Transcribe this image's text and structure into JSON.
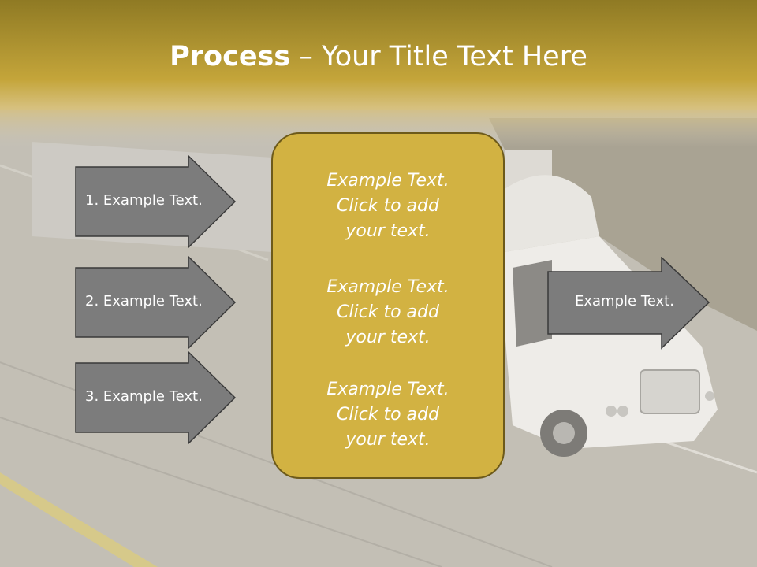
{
  "slide": {
    "title_bold": "Process",
    "title_rest": " – Your Title Text Here",
    "left_arrows": [
      {
        "label": "1. Example Text."
      },
      {
        "label": "2. Example Text."
      },
      {
        "label": "3. Example Text."
      }
    ],
    "center_blocks": [
      {
        "line1": "Example Text.",
        "line2": "Click  to add",
        "line3": "your text."
      },
      {
        "line1": "Example Text.",
        "line2": "Click  to add",
        "line3": "your text."
      },
      {
        "line1": "Example Text.",
        "line2": "Click  to add",
        "line3": "your text."
      }
    ],
    "right_arrow": {
      "label": "Example Text."
    },
    "colors": {
      "header_gold": "#c9a93a",
      "box_gold": "#d2b242",
      "arrow_gray": "#7a7a7a",
      "text_white": "#ffffff"
    }
  }
}
